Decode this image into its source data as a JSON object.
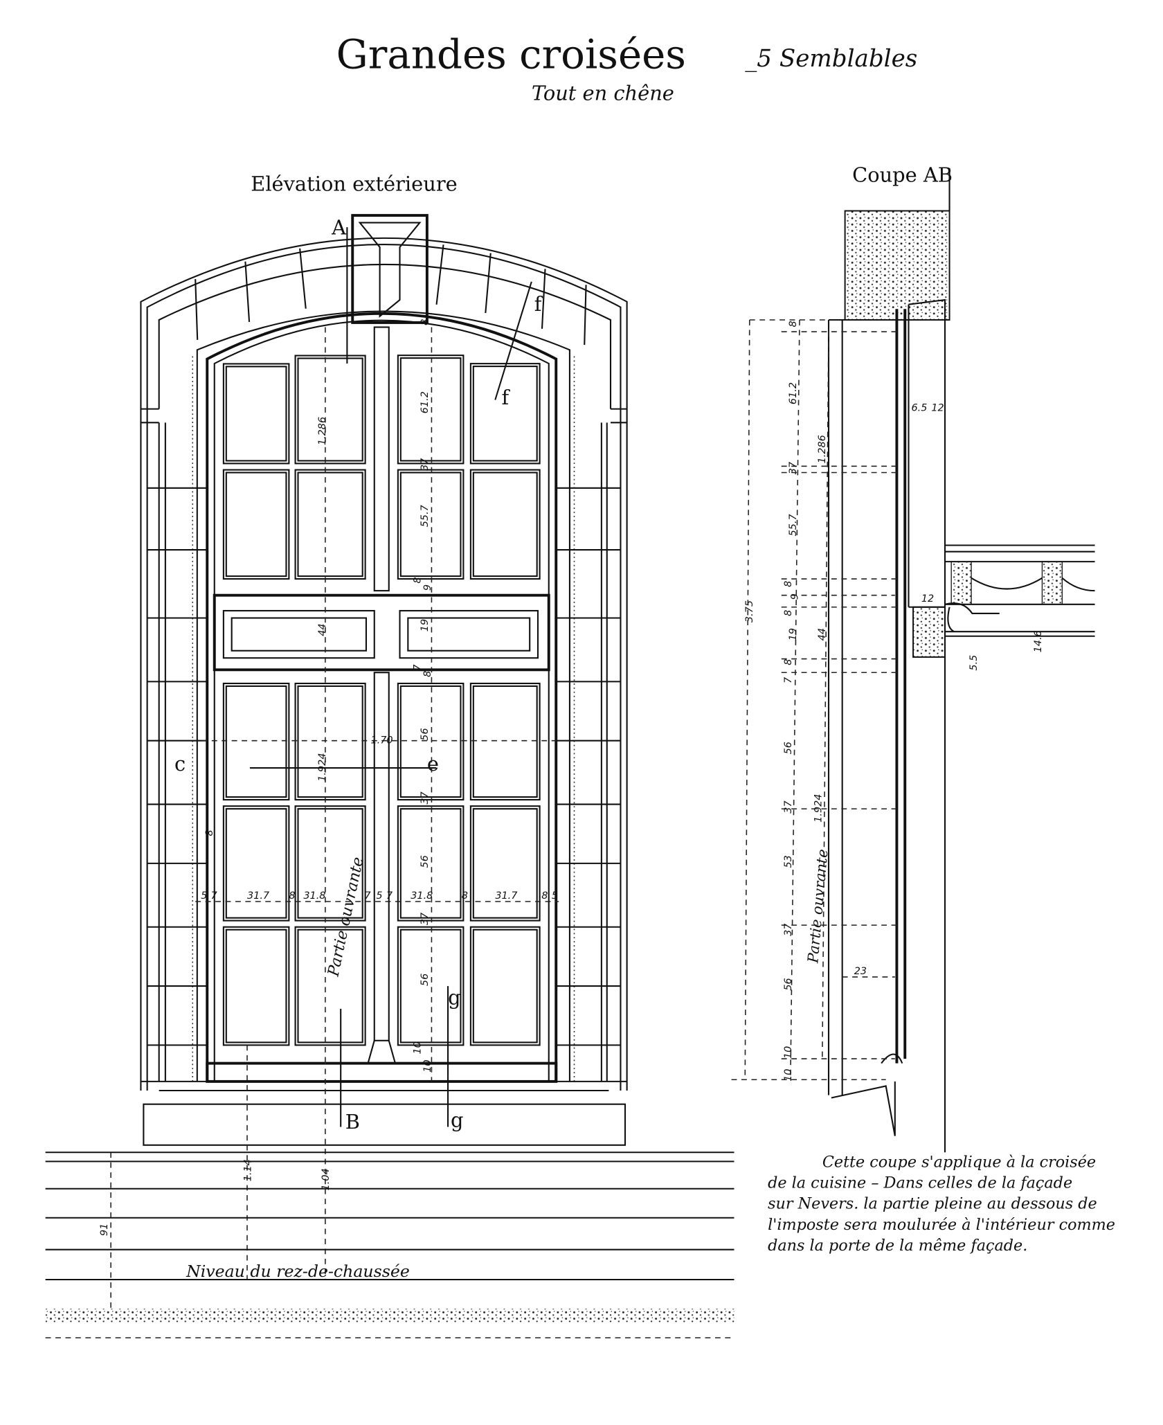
{
  "header": {
    "title": "Grandes croisées",
    "title_suffix": "_5 Semblables",
    "subtitle": "Tout en chêne"
  },
  "elevation": {
    "label": "Elévation extérieure",
    "letters": {
      "a": "A",
      "b": "B",
      "c": "c",
      "e": "e",
      "f1": "f",
      "f2": "f",
      "g1": "g",
      "g2": "g"
    },
    "vertical_dims": [
      "8",
      "61.2",
      "1.286",
      "37",
      "55.7",
      "8",
      "9",
      "44",
      "19",
      "7",
      "8",
      "56",
      "1.924",
      "37",
      "56",
      "37",
      "56",
      "10",
      "10",
      "8"
    ],
    "horizontal_dims": [
      "5",
      "7",
      "31.7",
      "8",
      "31.8",
      "7",
      "5",
      "7",
      "31.8",
      "8",
      "31.7",
      "8",
      "5"
    ],
    "width_dim": "1.70",
    "opening_label": "Partie ouvrante",
    "ground_dims": [
      "1.14",
      "1.04",
      "91"
    ],
    "ground_label": "Niveau du rez-de-chaussée"
  },
  "section": {
    "label": "Coupe AB",
    "left_dims": [
      "3.75",
      "8",
      "61.2",
      "37",
      "55.7",
      "8",
      "9",
      "8",
      "19",
      "8",
      "7",
      "56",
      "37",
      "53",
      "37",
      "56",
      "10",
      "10"
    ],
    "inner_dims": [
      "1.286",
      "44",
      "1.924"
    ],
    "opening_label": "Partie ouvrante",
    "frame_dims": [
      "6.5",
      "12",
      "12",
      "14.6",
      "5.5",
      "23"
    ]
  },
  "note": {
    "lines": [
      "Cette coupe s'applique à la croisée",
      "de la cuisine – Dans celles de la façade",
      "sur Nevers. la partie pleine au dessous de",
      "l'imposte sera moulurée à l'intérieur comme",
      "dans la porte de la même façade."
    ]
  }
}
